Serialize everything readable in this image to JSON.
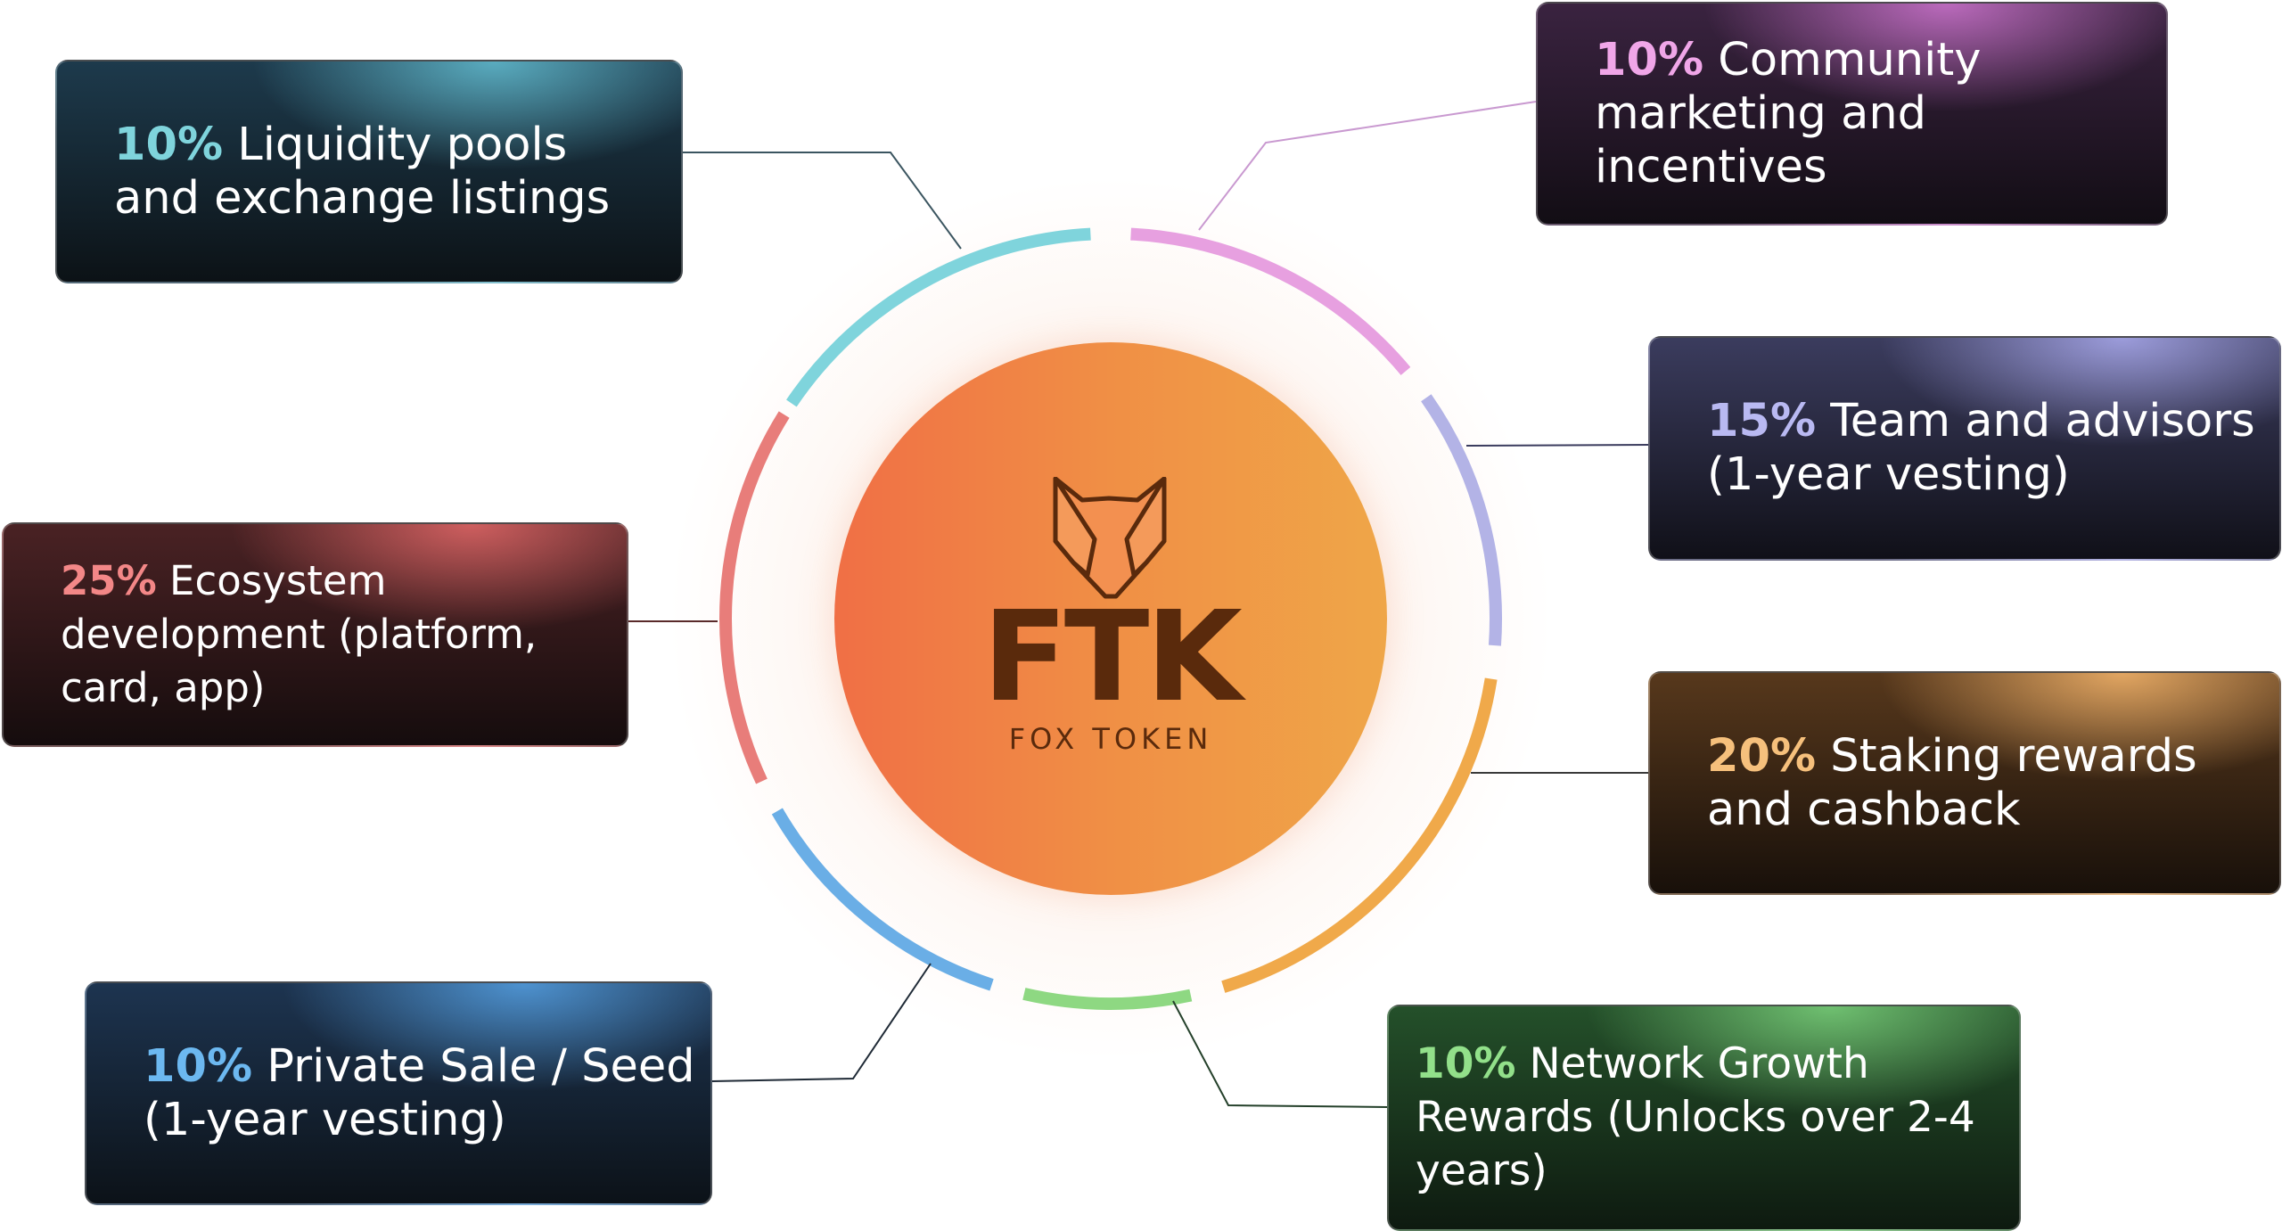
{
  "center": {
    "title": "FTK",
    "subtitle": "FOX TOKEN",
    "logo_icon": "fox-head-icon",
    "disc_colors": [
      "#f06f45",
      "#efa648"
    ]
  },
  "allocations": [
    {
      "key": "liquidity",
      "percent": "10%",
      "value": 10,
      "label": "Liquidity pools and exchange listings",
      "color": "#7fd4dc"
    },
    {
      "key": "community",
      "percent": "10%",
      "value": 10,
      "label": "Community marketing and incentives",
      "color": "#e7a0e0"
    },
    {
      "key": "team",
      "percent": "15%",
      "value": 15,
      "label": "Team and advisors (1-year vesting)",
      "color": "#b3b3e6"
    },
    {
      "key": "staking",
      "percent": "20%",
      "value": 20,
      "label": "Staking rewards and cashback",
      "color": "#f0a94a"
    },
    {
      "key": "network",
      "percent": "10%",
      "value": 10,
      "label": "Network Growth Rewards (Unlocks over 2-4 years)",
      "color": "#8ed882"
    },
    {
      "key": "private",
      "percent": "10%",
      "value": 10,
      "label": "Private Sale / Seed (1-year vesting)",
      "color": "#6aaee6"
    },
    {
      "key": "ecosystem",
      "percent": "25%",
      "value": 25,
      "label": "Ecosystem development (platform, card, app)",
      "color": "#e87d7a"
    }
  ]
}
